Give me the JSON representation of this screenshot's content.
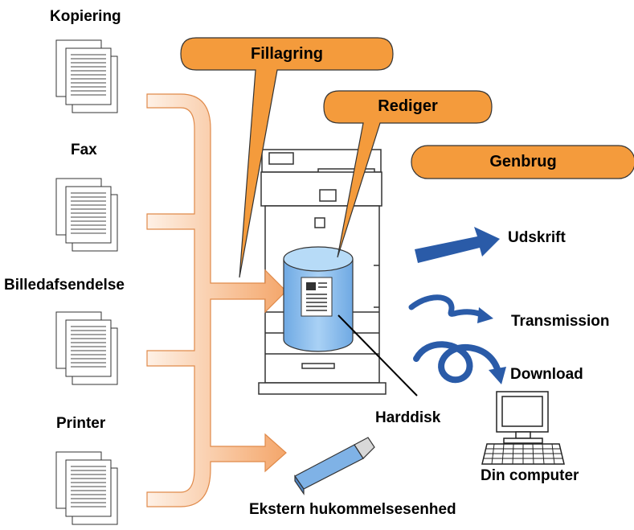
{
  "sources": {
    "copy_label": "Kopiering",
    "fax_label": "Fax",
    "image_send_label": "Billedafsendelse",
    "printer_label": "Printer"
  },
  "bubbles": {
    "file_storage": "Fillagring",
    "edit": "Rediger",
    "reuse": "Genbrug"
  },
  "outputs": {
    "print": "Udskrift",
    "transmission": "Transmission",
    "download": "Download",
    "computer": "Din computer"
  },
  "storage": {
    "hard_disk": "Harddisk",
    "external_memory": "Ekstern hukommelsesenhed"
  },
  "colors": {
    "bubble_orange": "#f49b3c",
    "arrow_orange_light": "#fde3cf",
    "arrow_orange_dark": "#f4a66a",
    "blue_arrow": "#2a5ba8",
    "disk_blue": "#8fc1ee",
    "usb_blue": "#7fb2e6"
  },
  "icons": [
    "document-stack-icon",
    "copier-icon",
    "hard-disk-icon",
    "usb-drive-icon",
    "computer-icon",
    "arrow-icon"
  ]
}
